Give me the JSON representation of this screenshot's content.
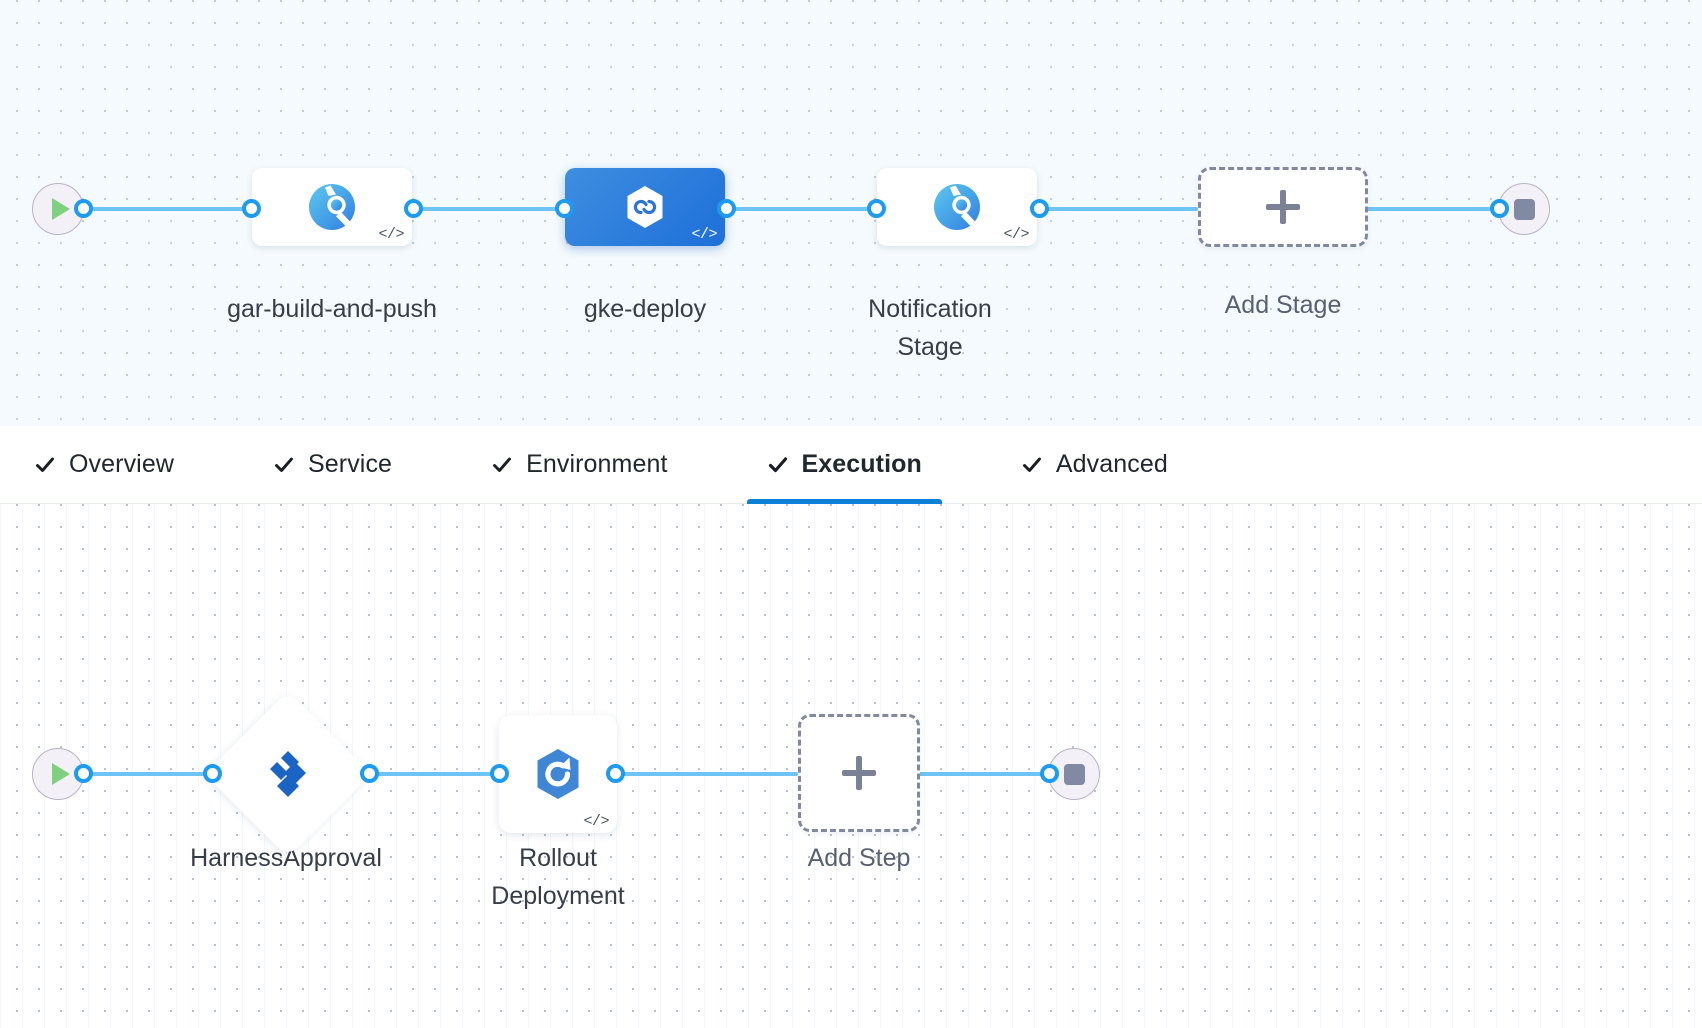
{
  "app": {
    "name": "pipeline-studio",
    "colors": {
      "edge": "#6ec4f5",
      "port_border": "#1d9bf0",
      "selected_stage": "#1e6fd9",
      "active_tab_underline": "#0a80d6",
      "dashed_placeholder": "#8188a0",
      "stage_canvas_bg": "#f4fafd",
      "step_canvas_bg": "#ffffff"
    }
  },
  "stage_graph": {
    "name": "pipeline-stages",
    "start_node": {
      "label": "",
      "icon": "play-icon"
    },
    "end_node": {
      "label": "",
      "icon": "stop-icon"
    },
    "stages": [
      {
        "label": "gar-build-and-push",
        "icon": "harness-ci-icon",
        "selected": false,
        "code_badge": "</>"
      },
      {
        "label": "gke-deploy",
        "icon": "gke-hexagon-icon",
        "selected": true,
        "code_badge": "</>"
      },
      {
        "label": "Notification Stage",
        "icon": "harness-ci-icon",
        "selected": false,
        "code_badge": "</>"
      }
    ],
    "add_stage": {
      "label": "Add Stage",
      "icon": "plus-icon"
    }
  },
  "tabs": {
    "name": "stage-config-tabs",
    "items": [
      {
        "label": "Overview",
        "checked": true,
        "active": false
      },
      {
        "label": "Service",
        "checked": true,
        "active": false
      },
      {
        "label": "Environment",
        "checked": true,
        "active": false
      },
      {
        "label": "Execution",
        "checked": true,
        "active": true
      },
      {
        "label": "Advanced",
        "checked": true,
        "active": false
      }
    ]
  },
  "step_graph": {
    "name": "execution-steps",
    "start_node": {
      "label": "",
      "icon": "play-icon"
    },
    "end_node": {
      "label": "",
      "icon": "stop-icon"
    },
    "steps": [
      {
        "label": "HarnessApproval",
        "icon": "harness-approval-icon",
        "shape": "diamond",
        "code_badge": ""
      },
      {
        "label": "Rollout Deployment",
        "icon": "k8s-rollout-icon",
        "shape": "square",
        "code_badge": "</>"
      }
    ],
    "add_step": {
      "label": "Add Step",
      "icon": "plus-icon"
    }
  }
}
